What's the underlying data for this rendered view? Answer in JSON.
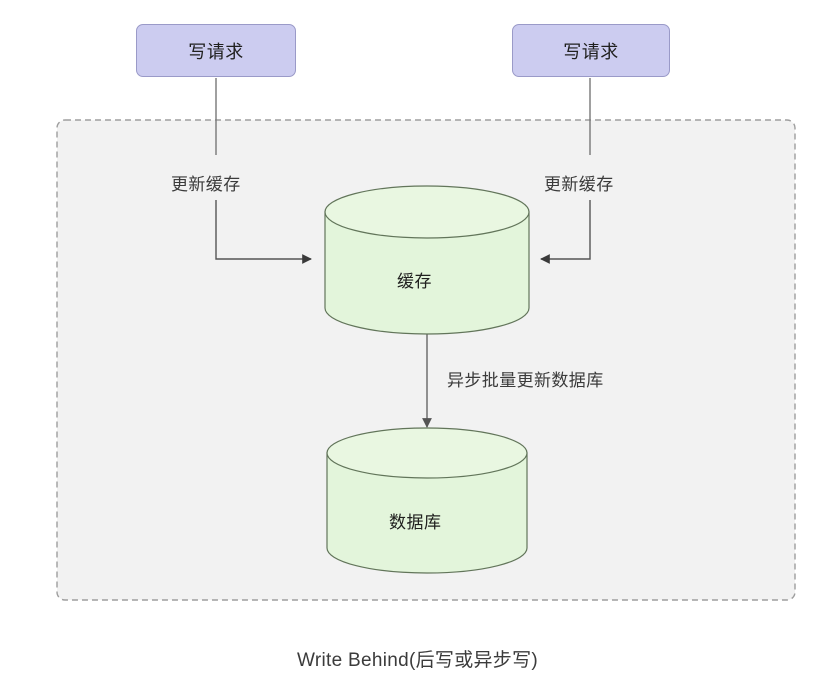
{
  "diagram": {
    "caption": "Write Behind(后写或异步写)",
    "boundary": {
      "name": "write-behind-boundary",
      "style": "dashed",
      "fill": "#f2f2f2",
      "stroke": "#9e9e9e"
    },
    "request_boxes": [
      {
        "id": "req-left",
        "label": "写请求",
        "fill": "#ccccf0",
        "stroke": "#9a9ac8"
      },
      {
        "id": "req-right",
        "label": "写请求",
        "fill": "#ccccf0",
        "stroke": "#9a9ac8"
      }
    ],
    "stores": [
      {
        "id": "cache",
        "label": "缓存",
        "shape": "cylinder",
        "fill": "#e3f5db",
        "stroke": "#62755a"
      },
      {
        "id": "database",
        "label": "数据库",
        "shape": "cylinder",
        "fill": "#e3f5db",
        "stroke": "#62755a"
      }
    ],
    "edges": [
      {
        "id": "edge-left-update",
        "label": "更新缓存",
        "from": "req-left",
        "to": "cache",
        "stroke": "#555555"
      },
      {
        "id": "edge-right-update",
        "label": "更新缓存",
        "from": "req-right",
        "to": "cache",
        "stroke": "#555555"
      },
      {
        "id": "edge-async-flush",
        "label": "异步批量更新数据库",
        "from": "cache",
        "to": "database",
        "stroke": "#666666"
      }
    ]
  }
}
